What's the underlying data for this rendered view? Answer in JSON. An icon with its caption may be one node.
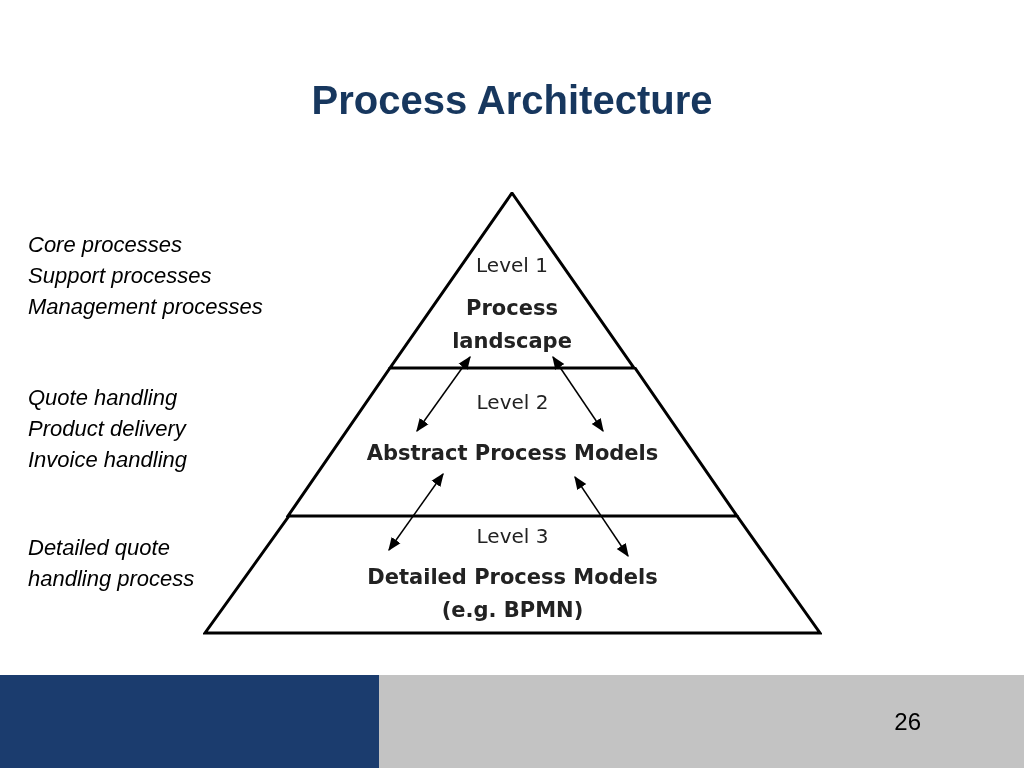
{
  "diagram": {
    "title": "Process Architecture",
    "nodes": [
      {
        "text": [
          "Level 1",
          "Process landscape"
        ],
        "beside": [
          "Core processes",
          "Support processes",
          "Management processes"
        ]
      },
      {
        "text": [
          "Level 2",
          "Abstract Process Models"
        ],
        "beside": [
          "Quote handling",
          "Product delivery",
          "Invoice handling"
        ]
      },
      {
        "text": [
          "Level 3",
          "Detailed Process Models (e.g. BPMN)"
        ],
        "beside": [
          "Detailed quote handling process"
        ]
      }
    ],
    "edges": [
      {
        "from": 0,
        "to": 1,
        "arrow": "both"
      },
      {
        "from": 0,
        "to": 1,
        "arrow": "both"
      },
      {
        "from": 1,
        "to": 2,
        "arrow": "both"
      },
      {
        "from": 1,
        "to": 2,
        "arrow": "both"
      }
    ],
    "labels": [
      "26"
    ]
  }
}
